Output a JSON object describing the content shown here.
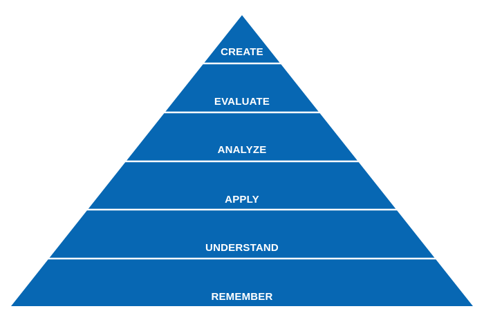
{
  "diagram": {
    "type": "pyramid",
    "colors": {
      "fill": "#0767b3",
      "divider": "#ffffff",
      "text": "#ffffff",
      "background": "#ffffff"
    },
    "tiers": [
      {
        "label": "CREATE"
      },
      {
        "label": "EVALUATE"
      },
      {
        "label": "ANALYZE"
      },
      {
        "label": "APPLY"
      },
      {
        "label": "UNDERSTAND"
      },
      {
        "label": "REMEMBER"
      }
    ]
  }
}
